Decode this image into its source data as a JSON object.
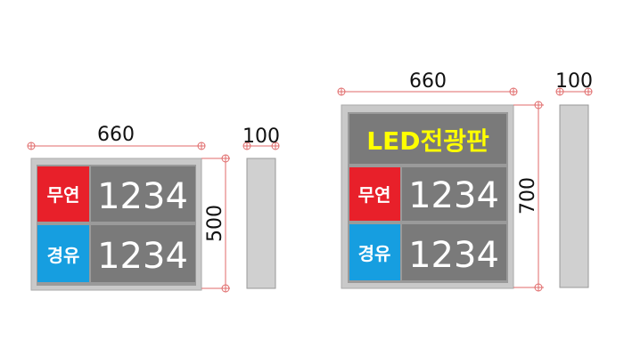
{
  "sign_small": {
    "width_label": "660",
    "height_label": "500",
    "side_label": "100",
    "rows": [
      {
        "label": "무연",
        "value": "1234",
        "label_color": "#e8202a"
      },
      {
        "label": "경유",
        "value": "1234",
        "label_color": "#169ee0"
      }
    ]
  },
  "sign_large": {
    "width_label": "660",
    "height_label": "700",
    "side_label": "100",
    "title": "LED전광판",
    "rows": [
      {
        "label": "무연",
        "value": "1234",
        "label_color": "#e8202a"
      },
      {
        "label": "경유",
        "value": "1234",
        "label_color": "#169ee0"
      }
    ]
  },
  "colors": {
    "frame": "#c9c9c9",
    "panel": "#7a7a7a",
    "side": "#d0d0d0",
    "dimension": "#e06a6a",
    "title": "#ffff00"
  }
}
